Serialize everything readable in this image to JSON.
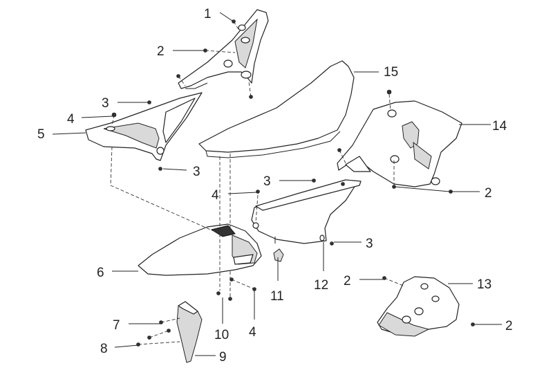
{
  "callouts": [
    {
      "id": "c1",
      "text": "1"
    },
    {
      "id": "c2a",
      "text": "2"
    },
    {
      "id": "c3a",
      "text": "3"
    },
    {
      "id": "c4a",
      "text": "4"
    },
    {
      "id": "c5",
      "text": "5"
    },
    {
      "id": "c3b",
      "text": "3"
    },
    {
      "id": "c15",
      "text": "15"
    },
    {
      "id": "c14",
      "text": "14"
    },
    {
      "id": "c3c",
      "text": "3"
    },
    {
      "id": "c4b",
      "text": "4"
    },
    {
      "id": "c2b",
      "text": "2"
    },
    {
      "id": "c3d",
      "text": "3"
    },
    {
      "id": "c6",
      "text": "6"
    },
    {
      "id": "c11",
      "text": "11"
    },
    {
      "id": "c12",
      "text": "12"
    },
    {
      "id": "c2c",
      "text": "2"
    },
    {
      "id": "c13",
      "text": "13"
    },
    {
      "id": "c7",
      "text": "7"
    },
    {
      "id": "c10",
      "text": "10"
    },
    {
      "id": "c4c",
      "text": "4"
    },
    {
      "id": "c2d",
      "text": "2"
    },
    {
      "id": "c8",
      "text": "8"
    },
    {
      "id": "c9",
      "text": "9"
    }
  ]
}
